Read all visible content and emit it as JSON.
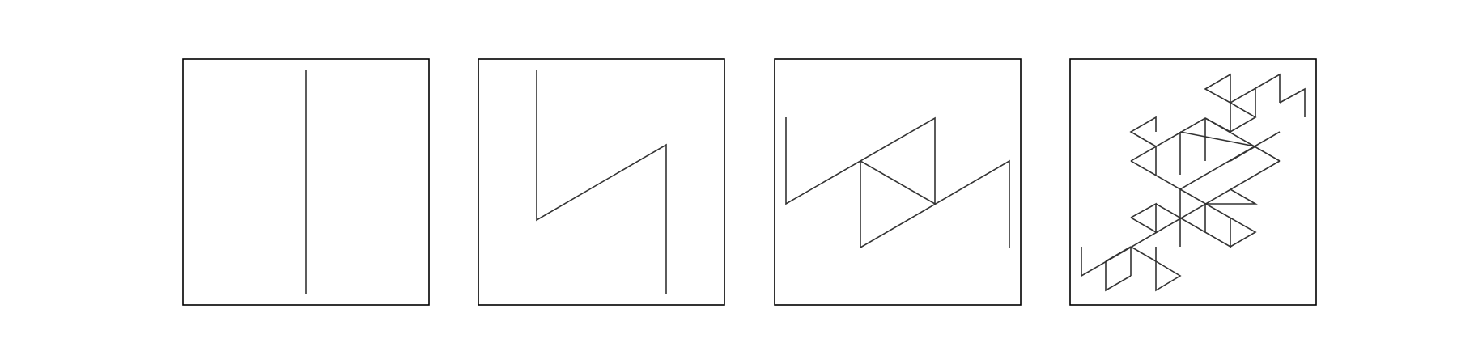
{
  "figure": {
    "panels": [
      {
        "id": "panel-1",
        "stage": 1
      },
      {
        "id": "panel-2",
        "stage": 2
      },
      {
        "id": "panel-3",
        "stage": 3
      },
      {
        "id": "panel-4",
        "stage": 4
      }
    ],
    "colors": {
      "frame": "#000000",
      "curve": "#333333",
      "background": "#ffffff"
    }
  }
}
